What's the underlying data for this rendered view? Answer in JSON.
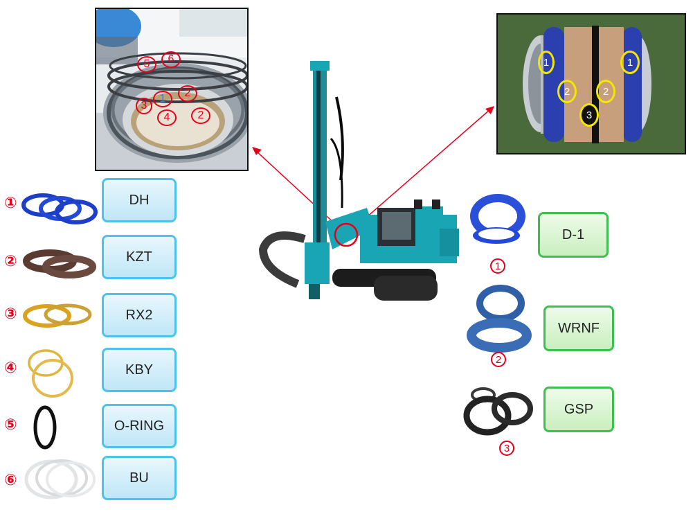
{
  "left_parts": [
    {
      "marker": "①",
      "label": "DH"
    },
    {
      "marker": "②",
      "label": "KZT"
    },
    {
      "marker": "③",
      "label": "RX2"
    },
    {
      "marker": "④",
      "label": "KBY"
    },
    {
      "marker": "⑤",
      "label": "O-RING"
    },
    {
      "marker": "⑥",
      "label": "BU"
    }
  ],
  "right_parts": [
    {
      "marker": "1",
      "label": "D-1"
    },
    {
      "marker": "2",
      "label": "WRNF"
    },
    {
      "marker": "3",
      "label": "GSP"
    }
  ],
  "photo_left_markers": [
    "5",
    "6",
    "1",
    "2",
    "3",
    "4",
    "2"
  ],
  "photo_right_markers": [
    "1",
    "1",
    "2",
    "2",
    "3"
  ],
  "colors": {
    "red_marker": "#e8001b",
    "blue_box_border": "#4cc2ef",
    "green_box_border": "#3fbf4f",
    "machine_teal": "#1aa5b5",
    "seal_yellow_marker": "#f3e600"
  }
}
